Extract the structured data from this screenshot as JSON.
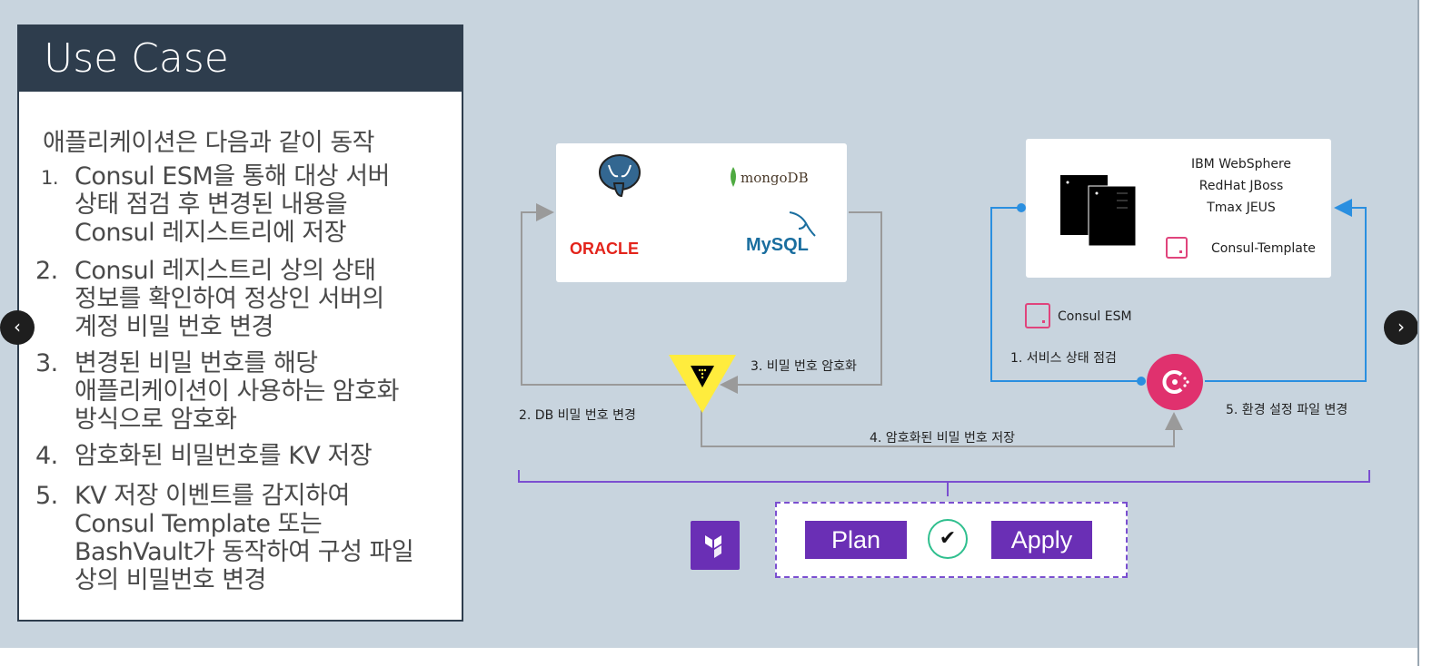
{
  "card": {
    "title": "Use Case",
    "intro": "애플리케이션은 다음과 같이 동작",
    "steps": [
      {
        "num": "1.",
        "text": "Consul ESM을 통해 대상 서버\n상태 점검 후 변경된 내용을\nConsul 레지스트리에 저장"
      },
      {
        "num": "2.",
        "text": "Consul 레지스트리 상의 상태\n정보를 확인하여 정상인 서버의\n계정 비밀 번호 변경"
      },
      {
        "num": "3.",
        "text": "변경된 비밀 번호를 해당\n애플리케이션이 사용하는 암호화\n방식으로 암호화"
      },
      {
        "num": "4.",
        "text": "암호화된 비밀번호를 KV 저장"
      },
      {
        "num": "5.",
        "text": "KV 저장 이벤트를 감지하여\nConsul Template 또는\nBashVault가 동작하여 구성 파일\n상의 비밀번호 변경"
      }
    ]
  },
  "nav": {
    "prev": "‹",
    "next": "›"
  },
  "diagram": {
    "db_logos": {
      "oracle": "ORACLE",
      "mongo": "mongoDB",
      "mysql": "MySQL"
    },
    "servers": [
      "IBM WebSphere",
      "RedHat JBoss",
      "Tmax JEUS"
    ],
    "consul_template": "Consul-Template",
    "consul_esm": "Consul ESM",
    "flow_labels": {
      "step1": "1. 서비스 상태 점검",
      "step2": "2. DB 비밀 번호 변경",
      "step3": "3. 비밀 번호 암호화",
      "step4": "4. 암호화된 비밀 번호 저장",
      "step5": "5. 환경 설정 파일 변경"
    },
    "pipeline": {
      "plan": "Plan",
      "check": "✔",
      "apply": "Apply"
    }
  },
  "colors": {
    "background": "#c8d4de",
    "header": "#2e3d4d",
    "consul_pink": "#e0316e",
    "vault_yellow": "#ffec3d",
    "terraform_purple": "#6a2fb5",
    "flow_blue": "#2a8fe0",
    "flow_gray": "#9a9a9a",
    "check_green": "#2fbf8e"
  },
  "icons": [
    "postgresql-elephant-icon",
    "mongodb-leaf-icon",
    "mysql-dolphin-icon",
    "server-icon",
    "vault-logo-icon",
    "consul-logo-icon",
    "terraform-logo-icon"
  ]
}
